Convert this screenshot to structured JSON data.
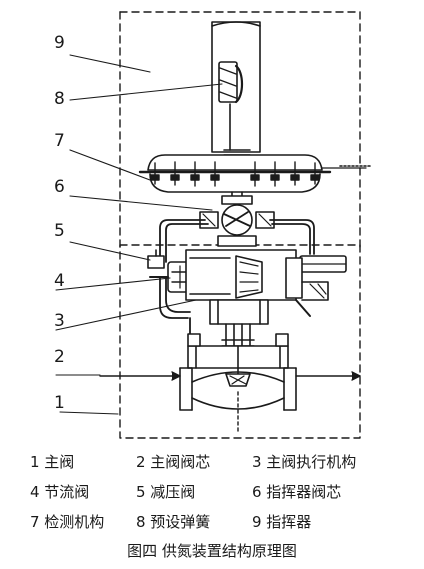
{
  "callouts": [
    "9",
    "8",
    "7",
    "6",
    "5",
    "4",
    "3",
    "2",
    "1"
  ],
  "legend": [
    [
      "1 主阀",
      "2 主阀阀芯",
      "3 主阀执行机构"
    ],
    [
      "4 节流阀",
      "5 减压阀",
      "6 指挥器阀芯"
    ],
    [
      "7 检测机构",
      "8 预设弹簧",
      "9 指挥器"
    ]
  ],
  "caption": "图四  供氮装置结构原理图"
}
